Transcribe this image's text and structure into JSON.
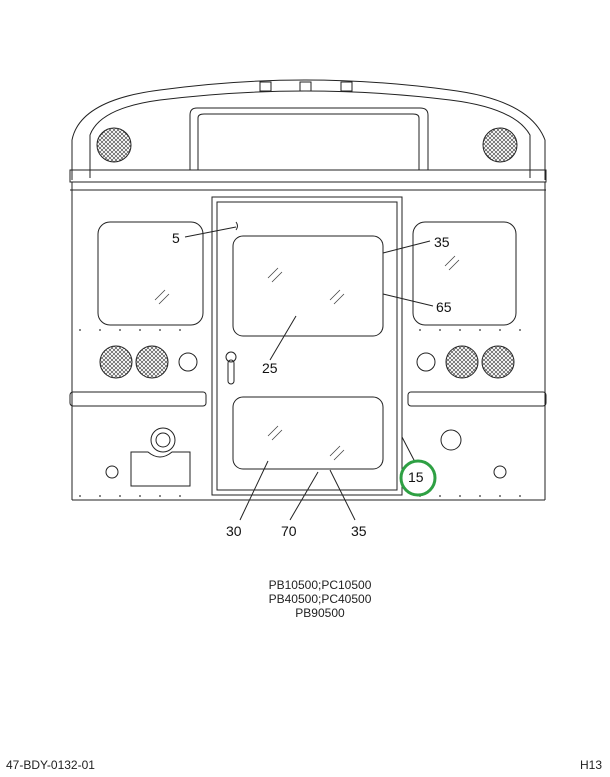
{
  "callouts": {
    "c5": "5",
    "c35_top": "35",
    "c65": "65",
    "c25": "25",
    "c15": "15",
    "c30": "30",
    "c70": "70",
    "c35_bottom": "35"
  },
  "models": {
    "line1": "PB10500;PC10500",
    "line2": "PB40500;PC40500",
    "line3": "PB90500"
  },
  "footer": {
    "drawing_id": "47-BDY-0132-01",
    "page_code": "H13"
  },
  "colors": {
    "line": "#222222",
    "highlight": "#2ea043"
  }
}
